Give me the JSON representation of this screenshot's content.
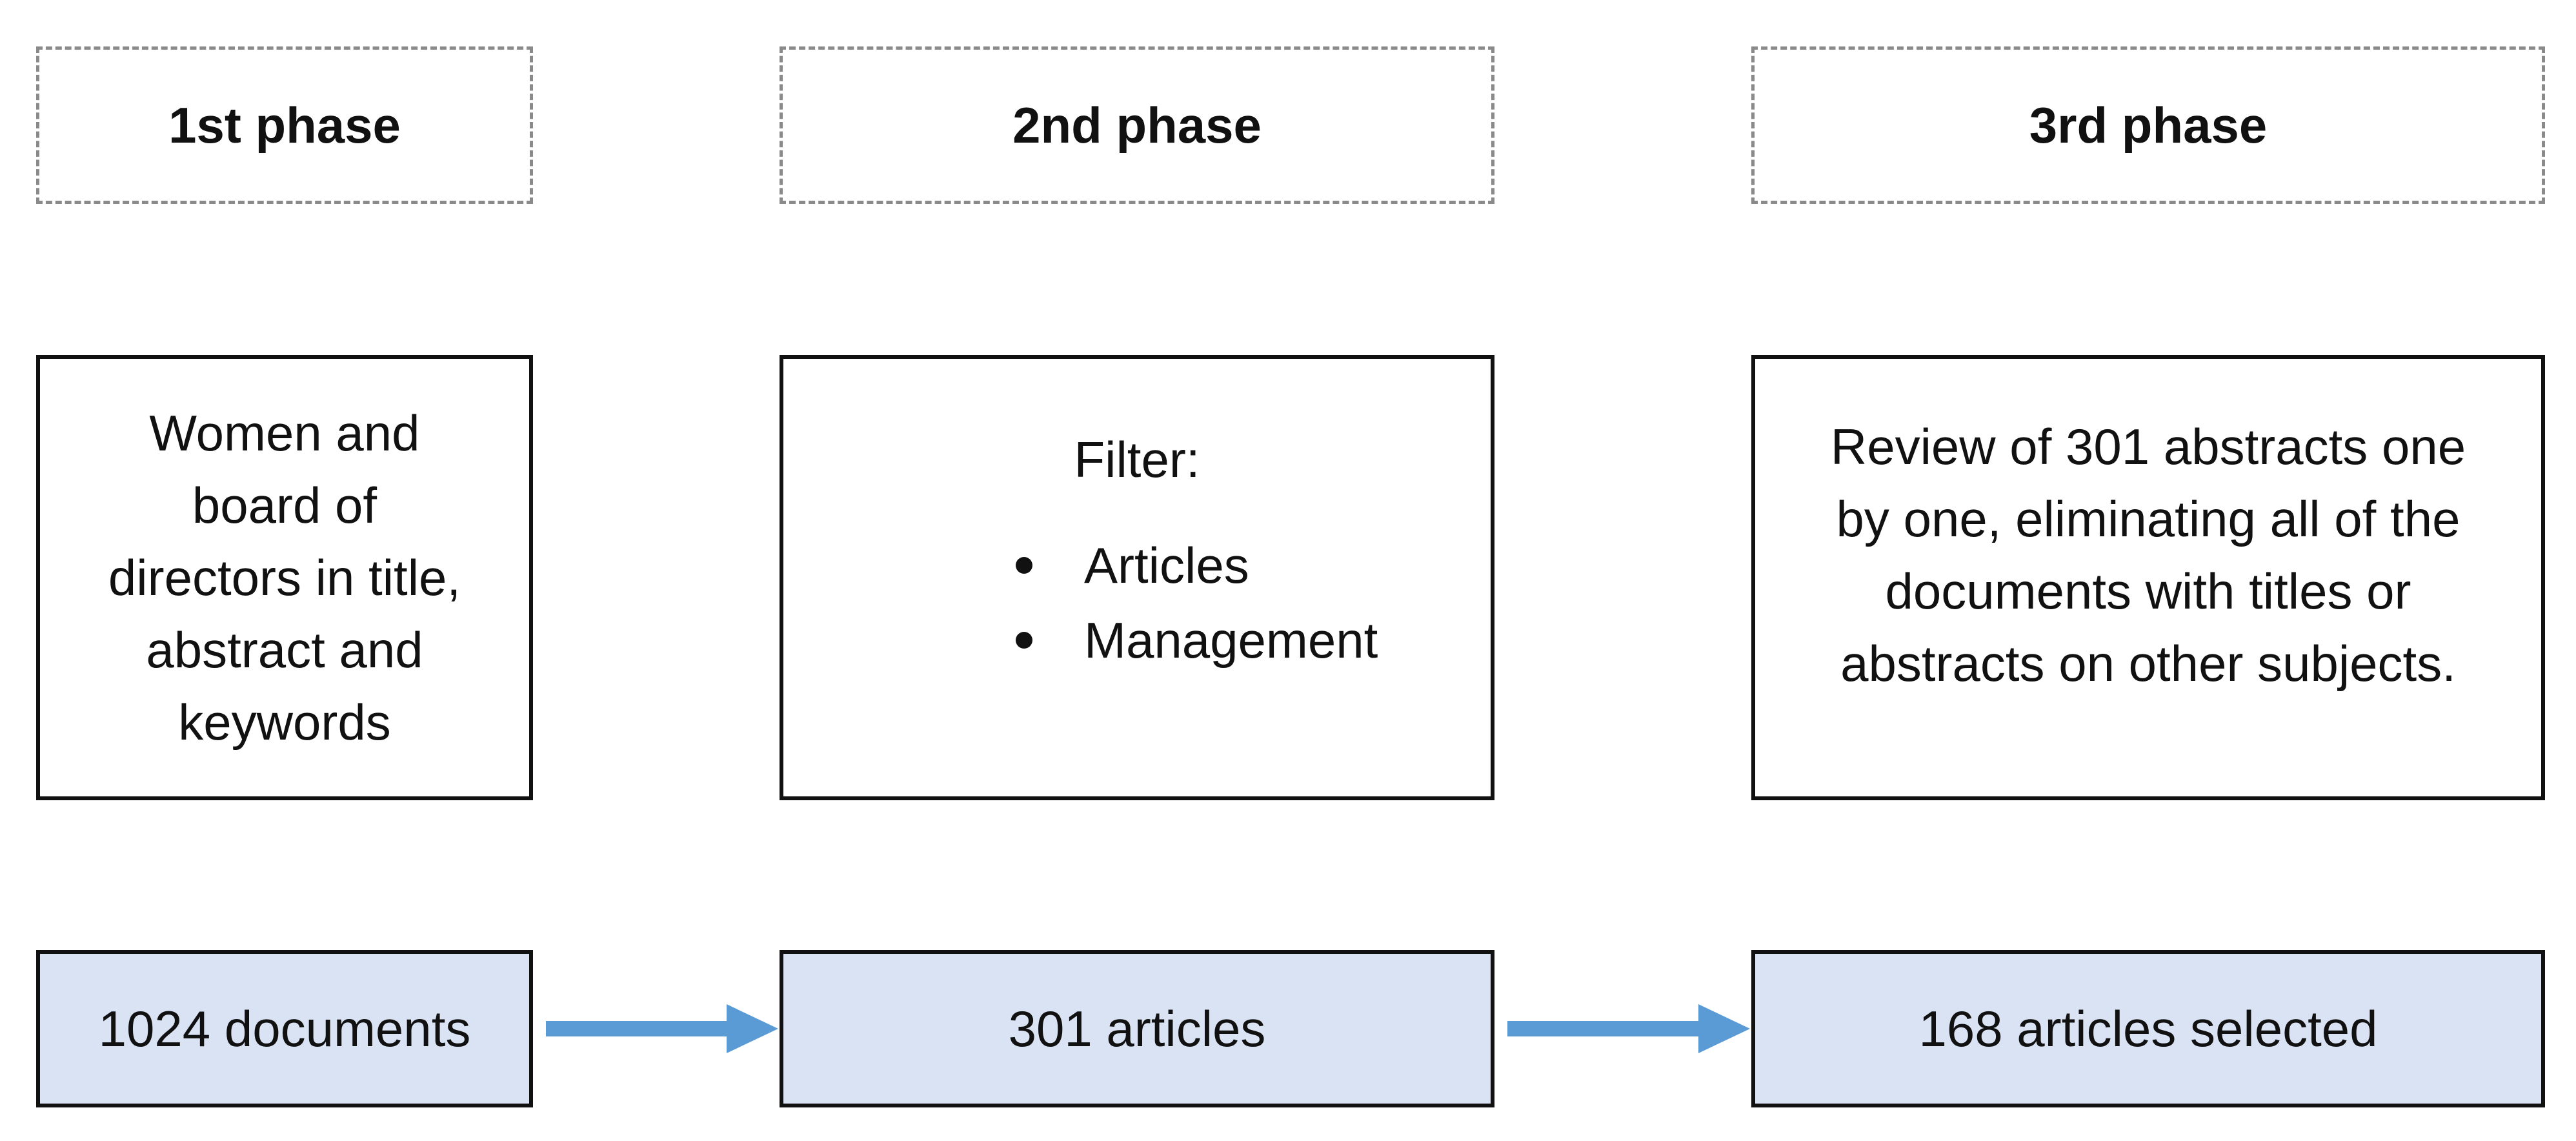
{
  "phases": [
    {
      "title": "1st phase"
    },
    {
      "title": "2nd phase"
    },
    {
      "title": "3rd phase"
    }
  ],
  "descriptions": {
    "phase1_lines": [
      "Women and",
      "board of",
      "directors in title,",
      "abstract and",
      "keywords"
    ],
    "phase2_label": "Filter:",
    "phase2_items": [
      "Articles",
      "Management"
    ],
    "phase3_lines": [
      "Review of 301 abstracts one",
      "by one, eliminating all of the",
      "documents with titles or",
      "abstracts on other subjects."
    ]
  },
  "counts": [
    "1024 documents",
    "301 articles",
    "168 articles selected"
  ],
  "colors": {
    "count_fill": "#dae3f3",
    "arrow": "#5b9bd5",
    "border": "#111111",
    "dashed_border": "#8a8a8a"
  }
}
